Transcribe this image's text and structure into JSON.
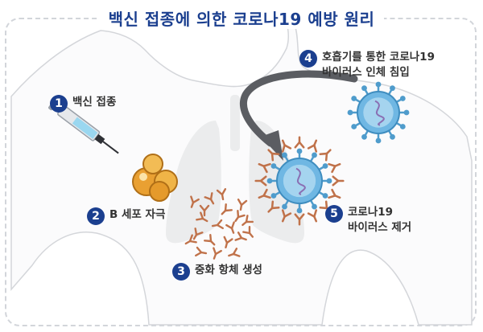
{
  "title": "백신 접종에 의한 코로나19 예방 원리",
  "steps": [
    {
      "num": "1",
      "line1": "백신 접종",
      "line2": ""
    },
    {
      "num": "2",
      "line1": "B 세포 자극",
      "line2": ""
    },
    {
      "num": "3",
      "line1": "중화 항체 생성",
      "line2": ""
    },
    {
      "num": "4",
      "line1": "호흡기를 통한 코로나19",
      "line2": "바이러스 인체 침입"
    },
    {
      "num": "5",
      "line1": "코로나19",
      "line2": "바이러스 제거"
    }
  ],
  "colors": {
    "accent": "#1b3f8f",
    "virus": "#6fb7e3",
    "bcell": "#e9a032",
    "antibody": "#c0724a"
  }
}
